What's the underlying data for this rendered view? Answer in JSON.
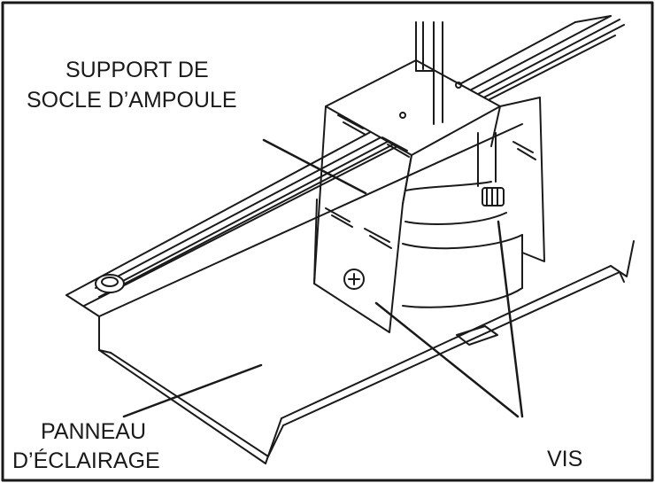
{
  "labels": {
    "bulb_socket_support_line1": "SUPPORT DE",
    "bulb_socket_support_line2": "SOCLE D’AMPOULE",
    "light_panel_line1": "PANNEAU",
    "light_panel_line2": "D’ÉCLAIRAGE",
    "screw": "VIS"
  },
  "colors": {
    "stroke": "#1a1a1a",
    "background": "#ffffff"
  }
}
